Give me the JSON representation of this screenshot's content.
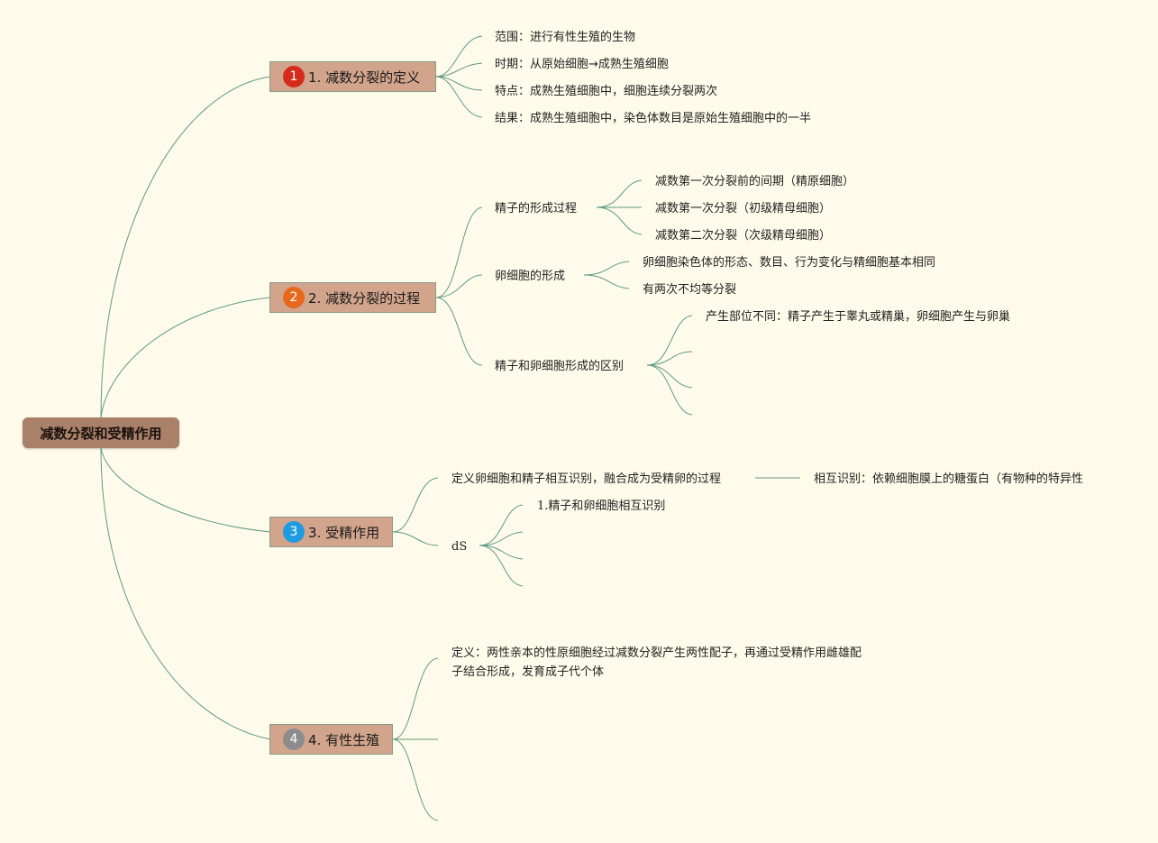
{
  "root": {
    "title": "减数分裂和受精作用"
  },
  "topics": [
    {
      "marker": "1",
      "label": "1. 减数分裂的定义"
    },
    {
      "marker": "2",
      "label": "2. 减数分裂的过程"
    },
    {
      "marker": "3",
      "label": "3. 受精作用"
    },
    {
      "marker": "4",
      "label": "4. 有性生殖"
    }
  ],
  "t1": {
    "scope": "范围：进行有性生殖的生物",
    "period": "时期：从原始细胞→成熟生殖细胞",
    "feature": "特点：成熟生殖细胞中，细胞连续分裂两次",
    "result": "结果：成熟生殖细胞中，染色体数目是原始生殖细胞中的一半"
  },
  "t2": {
    "sperm": {
      "label": "精子的形成过程",
      "items": [
        "减数第一次分裂前的间期（精原细胞）",
        "减数第一次分裂（初级精母细胞）",
        "减数第二次分裂（次级精母细胞）"
      ]
    },
    "egg": {
      "label": "卵细胞的形成",
      "items": [
        "卵细胞染色体的形态、数目、行为变化与精细胞基本相同",
        "有两次不均等分裂"
      ]
    },
    "diff": {
      "label": "精子和卵细胞形成的区别",
      "items": [
        "产生部位不同：精子产生于睾丸或精巢，卵细胞产生与卵巢"
      ]
    }
  },
  "t3": {
    "definition": "定义卵细胞和精子相互识别，融合成为受精卵的过程",
    "recognition": "相互识别：依赖细胞膜上的糖蛋白（有物种的特异性",
    "ds": {
      "label": "dS",
      "items": [
        "1.精子和卵细胞相互识别"
      ]
    }
  },
  "t4": {
    "definition_line1": "定义：两性亲本的性原细胞经过减数分裂产生两性配子，再通过受精作用雌雄配",
    "definition_line2": "子结合形成，发育成子代个体"
  },
  "colors": {
    "line": "#5f9a82",
    "root": "#a9806a",
    "topic": "#d2a48c",
    "background": "#fffbeb"
  }
}
